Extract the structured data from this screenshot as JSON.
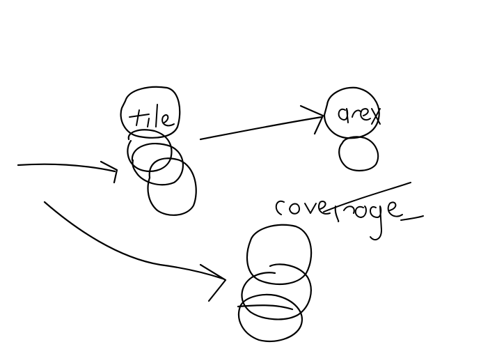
{
  "canvas": {
    "background_color": "#ffffff",
    "ink_color": "#000000"
  },
  "labels": {
    "tile_word": "tile",
    "area_word": "area",
    "coverage_word": "coverage"
  }
}
